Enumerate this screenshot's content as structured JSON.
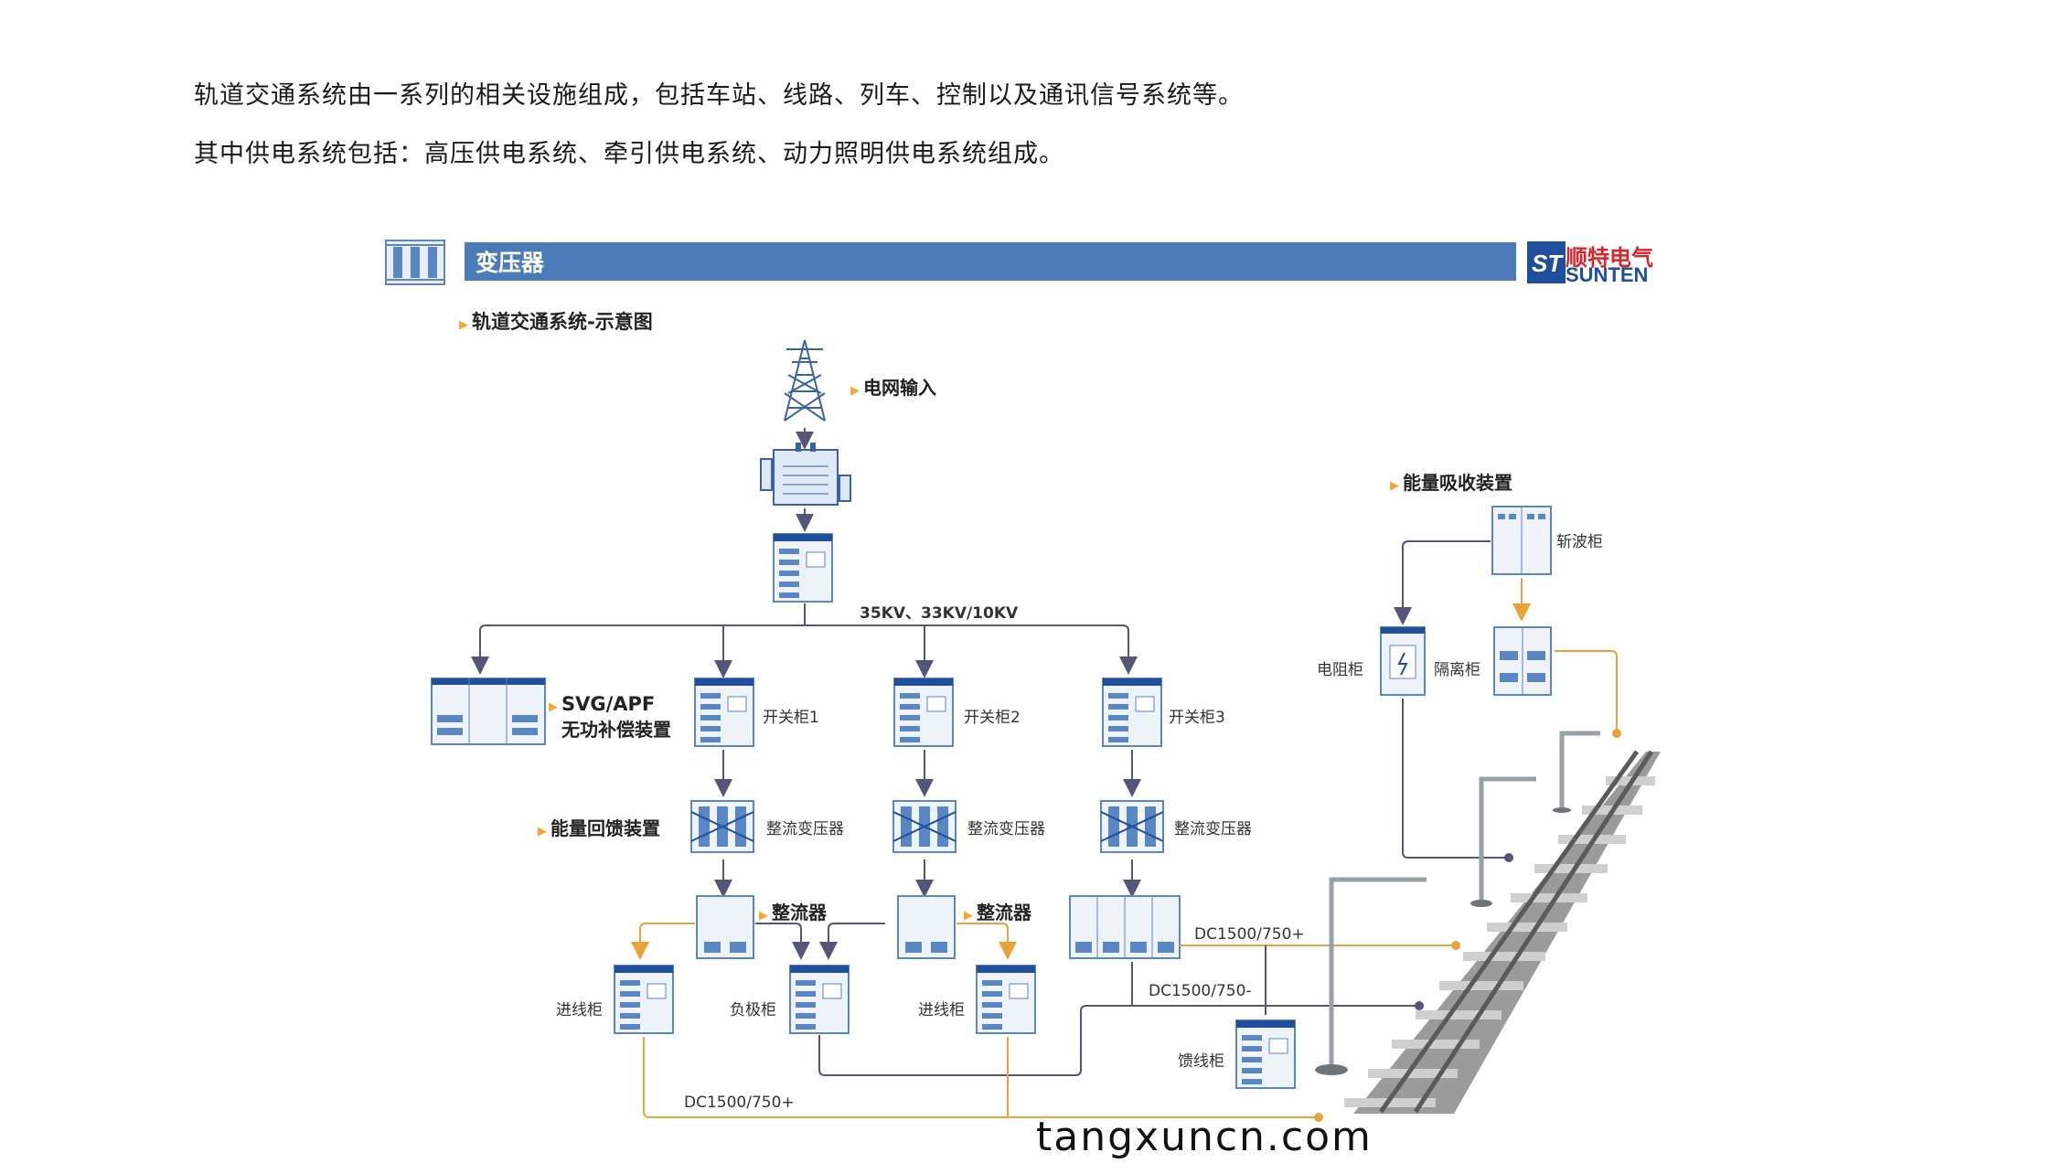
{
  "intro": {
    "line1": "轨道交通系统由一系列的相关设施组成，包括车站、线路、列车、控制以及通讯信号系统等。",
    "line2": "其中供电系统包括：高压供电系统、牵引供电系统、动力照明供电系统组成。"
  },
  "banner": {
    "title": "变压器"
  },
  "brand": {
    "cn": "顺特电气",
    "en": "SUNTEN"
  },
  "diagram": {
    "section_title": "轨道交通系统-示意图",
    "grid_input": "电网输入",
    "voltage": "35KV、33KV/10KV",
    "svg_apf_line1": "SVG/APF",
    "svg_apf_line2": "无功补偿装置",
    "switch1": "开关柜1",
    "switch2": "开关柜2",
    "switch3": "开关柜3",
    "energy_feedback": "能量回馈装置",
    "rect_transformer_1": "整流变压器",
    "rect_transformer_2": "整流变压器",
    "rect_transformer_3": "整流变压器",
    "rectifier_1": "整流器",
    "rectifier_2": "整流器",
    "incoming_1": "进线柜",
    "negative": "负极柜",
    "incoming_2": "进线柜",
    "feeder": "馈线柜",
    "dc_plus_1": "DC1500/750+",
    "dc_minus": "DC1500/750-",
    "dc_plus_2": "DC1500/750+",
    "energy_absorb": "能量吸收装置",
    "chopper": "斩波柜",
    "resistor": "电阻柜",
    "isolation": "隔离柜"
  },
  "watermark": "tangxuncn.com",
  "colors": {
    "banner": "#4a7ab8",
    "line_purple": "#55557a",
    "line_orange": "#e8a23a",
    "cabinet": "#5b86c4"
  }
}
